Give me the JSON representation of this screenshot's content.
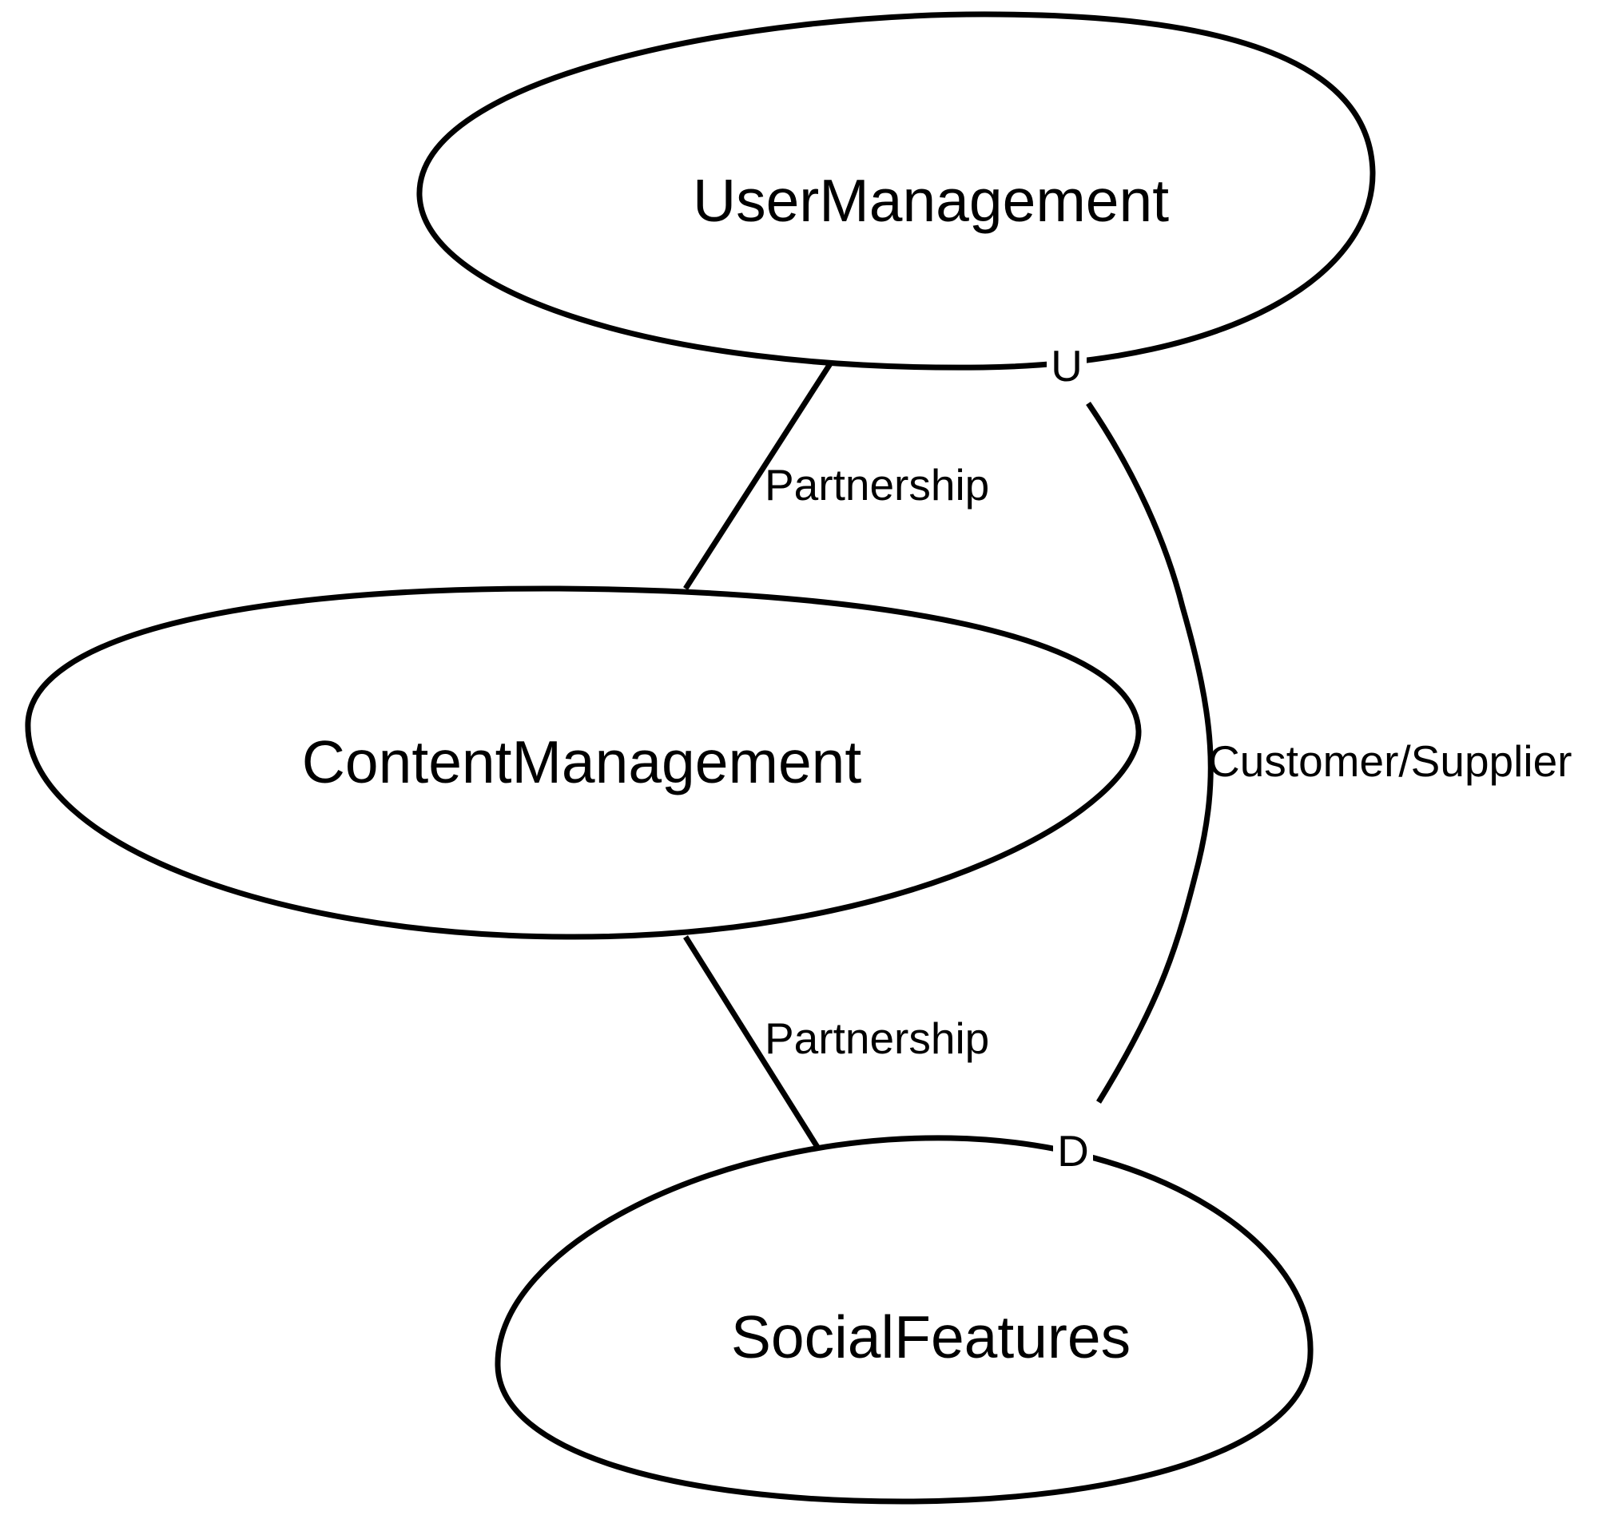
{
  "diagram": {
    "nodes": [
      {
        "id": "user-management",
        "label": "UserManagement"
      },
      {
        "id": "content-management",
        "label": "ContentManagement"
      },
      {
        "id": "social-features",
        "label": "SocialFeatures"
      }
    ],
    "edges": [
      {
        "id": "um-cm",
        "from": "user-management",
        "to": "content-management",
        "label": "Partnership"
      },
      {
        "id": "cm-sf",
        "from": "content-management",
        "to": "social-features",
        "label": "Partnership"
      },
      {
        "id": "um-sf",
        "from": "user-management",
        "to": "social-features",
        "label": "Customer/Supplier",
        "upstream_marker": "U",
        "downstream_marker": "D"
      }
    ],
    "colors": {
      "stroke": "#000000",
      "fill": "#ffffff",
      "background": "#ffffff"
    }
  }
}
